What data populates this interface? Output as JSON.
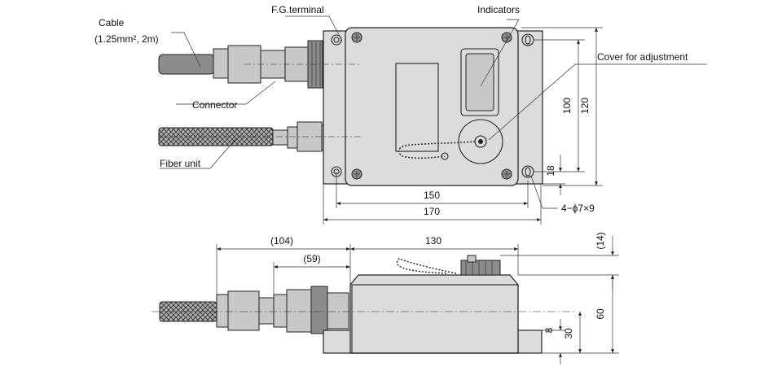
{
  "labels": {
    "cable": "Cable",
    "cable_spec": "(1.25mm², 2m)",
    "fg_terminal": "F.G.terminal",
    "indicators": "Indicators",
    "cover": "Cover for adjustment",
    "connector": "Connector",
    "fiber_unit": "Fiber unit"
  },
  "top_view": {
    "dim_width_inner": "150",
    "dim_width_outer": "170",
    "dim_height_inner": "100",
    "dim_height_outer": "120",
    "dim_hole_offset": "18",
    "holes": "4−ϕ7×9"
  },
  "side_view": {
    "dim_cable_long": "(104)",
    "dim_cable_short": "(59)",
    "dim_body_length": "130",
    "dim_cover_height": "(14)",
    "dim_total_height": "60",
    "dim_center_height": "30",
    "dim_flange": "8"
  }
}
